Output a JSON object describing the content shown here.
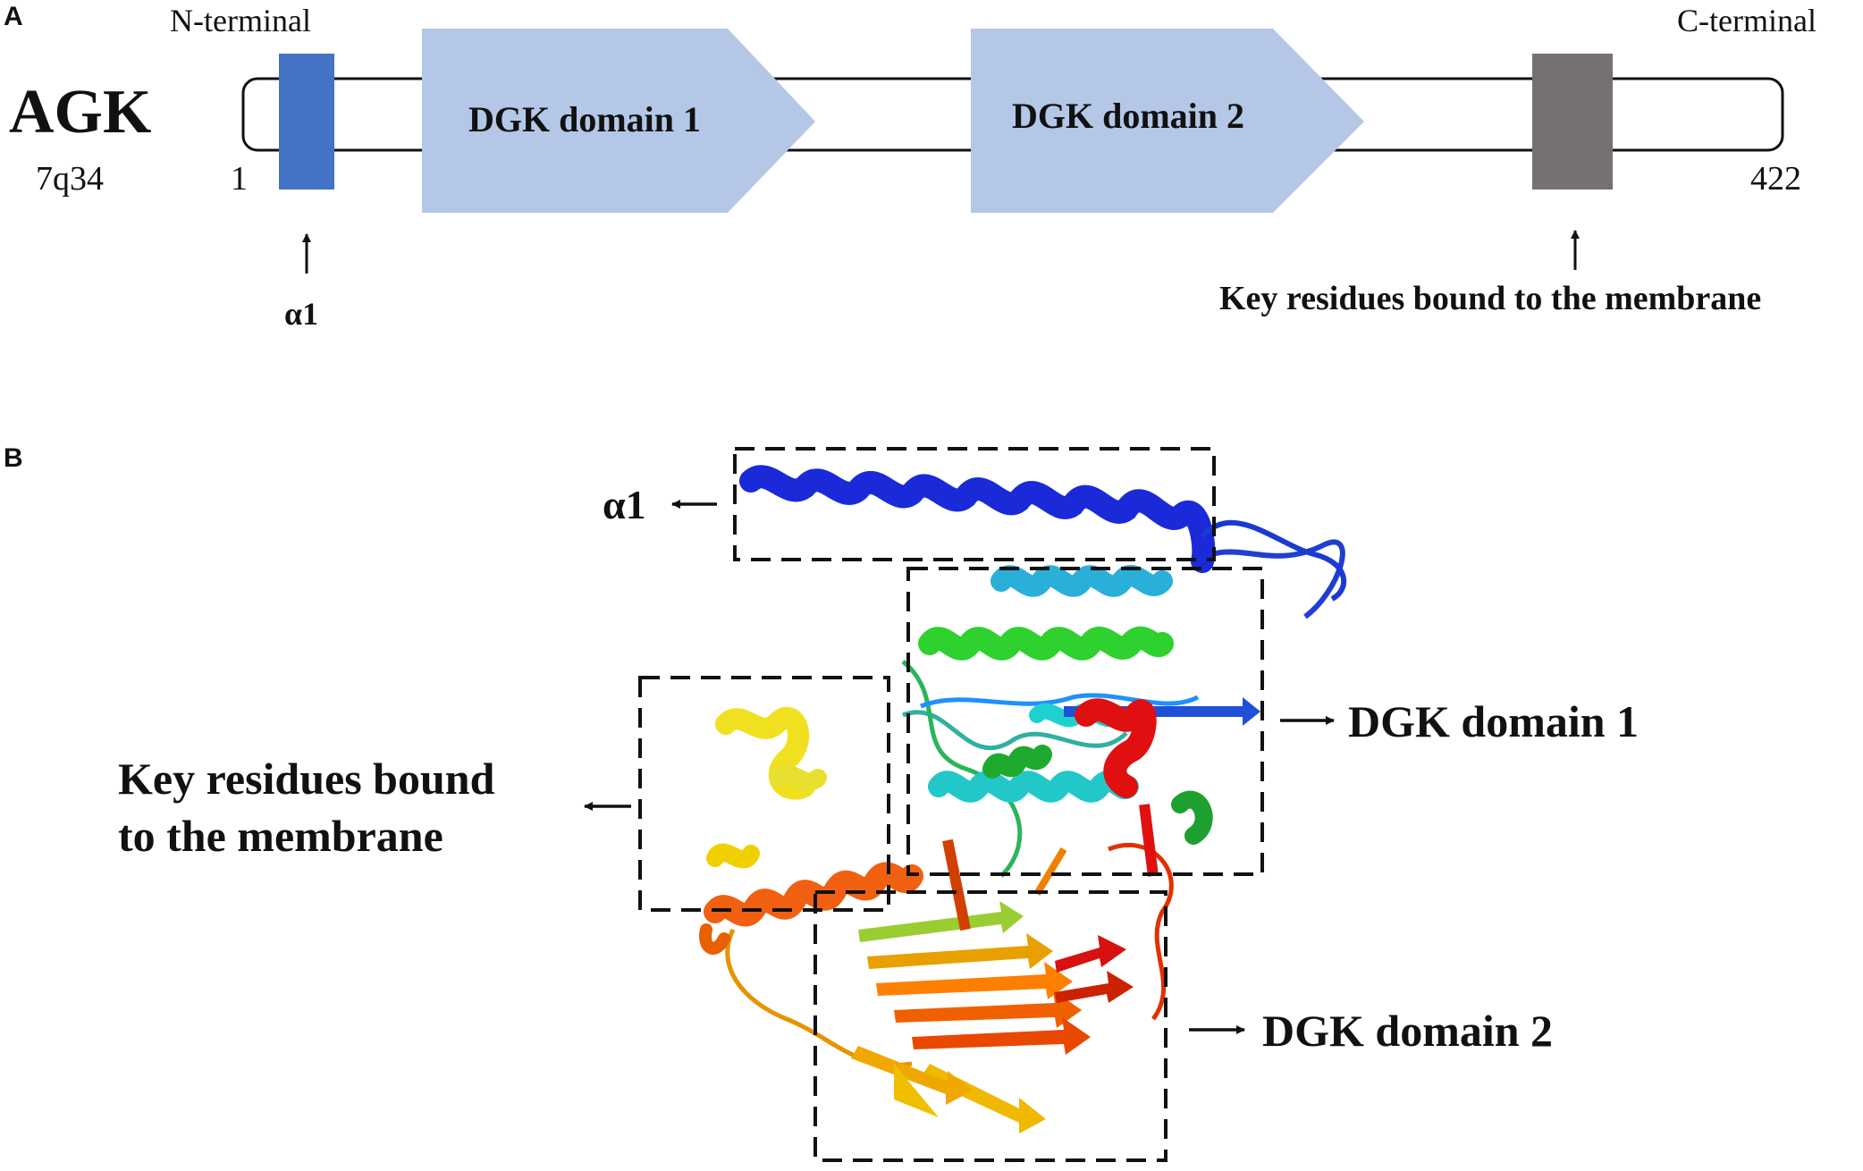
{
  "panel_a": {
    "label": "A",
    "gene_name": "AGK",
    "locus": "7q34",
    "n_terminal": "N-terminal",
    "c_terminal": "C-terminal",
    "start_residue": "1",
    "end_residue": "422",
    "domain_1": "DGK domain 1",
    "domain_2": "DGK domain 2",
    "alpha1_label": "α1",
    "membrane_label": "Key residues bound to the membrane",
    "colors": {
      "alpha1_box": "#4472c4",
      "dgk_domains": "#b4c7e7",
      "membrane_box": "#767171"
    }
  },
  "panel_b": {
    "label": "B",
    "alpha1_label": "α1",
    "domain_1_label": "DGK domain 1",
    "domain_2_label": "DGK domain 2",
    "membrane_label_line1": "Key residues bound",
    "membrane_label_line2": "to the membrane",
    "structure_coloring": "rainbow N-terminus blue to C-terminus red"
  }
}
